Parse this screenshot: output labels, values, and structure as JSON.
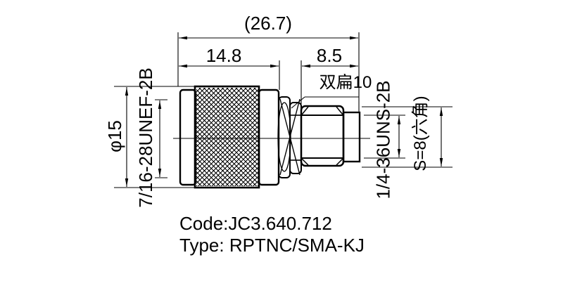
{
  "drawing": {
    "dimensions": {
      "overall_length": "(26.7)",
      "body_length": "14.8",
      "sma_length": "8.5",
      "body_diameter": "φ15",
      "flats": "双扁10",
      "left_thread": "7/16-28UNEF-2B",
      "right_thread": "1/4-36UNS-2B",
      "hex_across_flats": "S=8(六角)"
    },
    "footer": {
      "code": "Code:JC3.640.712",
      "type": "Type: RPTNC/SMA-KJ"
    },
    "colors": {
      "line": "#000000",
      "background": "#ffffff"
    }
  }
}
